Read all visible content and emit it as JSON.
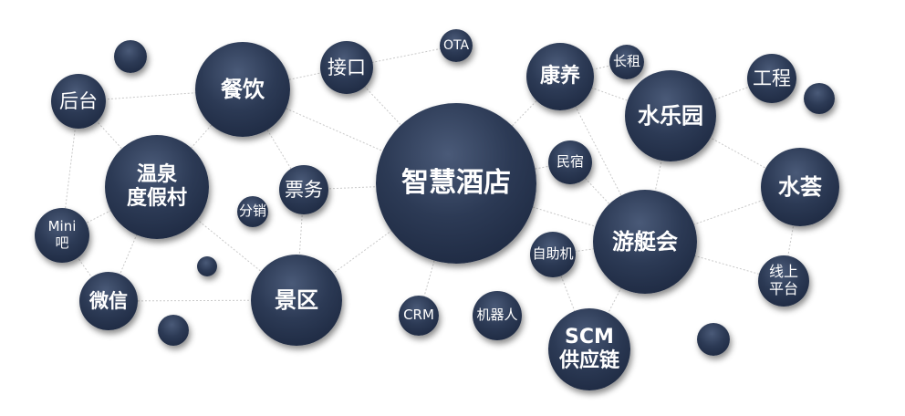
{
  "colors": {
    "node": "#25324c",
    "link": "#c9c9c9",
    "text": "#ffffff",
    "background": "#ffffff"
  },
  "nodes": [
    {
      "id": "hub",
      "label": "智慧酒店"
    },
    {
      "id": "canyin",
      "label": "餐饮"
    },
    {
      "id": "jiekou",
      "label": "接口"
    },
    {
      "id": "ota",
      "label": "OTA"
    },
    {
      "id": "houtai",
      "label": "后台"
    },
    {
      "id": "wenquan",
      "label": "温泉\n度假村"
    },
    {
      "id": "mini",
      "label": "Mini\n吧"
    },
    {
      "id": "piaowu",
      "label": "票务"
    },
    {
      "id": "fenxiao",
      "label": "分销"
    },
    {
      "id": "jingqu",
      "label": "景区"
    },
    {
      "id": "weixin",
      "label": "微信"
    },
    {
      "id": "crm",
      "label": "CRM"
    },
    {
      "id": "jiqiren",
      "label": "机器人"
    },
    {
      "id": "kangyang",
      "label": "康养"
    },
    {
      "id": "changzu",
      "label": "长租"
    },
    {
      "id": "minsu",
      "label": "民宿"
    },
    {
      "id": "shuileyuan",
      "label": "水乐园"
    },
    {
      "id": "gongcheng",
      "label": "工程"
    },
    {
      "id": "shuiyun",
      "label": "水荟"
    },
    {
      "id": "youtinghui",
      "label": "游艇会"
    },
    {
      "id": "zizhuji",
      "label": "自助机"
    },
    {
      "id": "xianshang",
      "label": "线上\n平台"
    },
    {
      "id": "scm",
      "label": "SCM\n供应链"
    },
    {
      "id": "d1",
      "label": ""
    },
    {
      "id": "d2",
      "label": ""
    },
    {
      "id": "d3",
      "label": ""
    },
    {
      "id": "d4",
      "label": ""
    },
    {
      "id": "d5",
      "label": ""
    }
  ],
  "links": [
    [
      "houtai",
      "canyin"
    ],
    [
      "canyin",
      "jiekou"
    ],
    [
      "jiekou",
      "ota"
    ],
    [
      "canyin",
      "hub"
    ],
    [
      "canyin",
      "piaowu"
    ],
    [
      "canyin",
      "wenquan"
    ],
    [
      "houtai",
      "wenquan"
    ],
    [
      "houtai",
      "mini"
    ],
    [
      "wenquan",
      "mini"
    ],
    [
      "wenquan",
      "jingqu"
    ],
    [
      "wenquan",
      "weixin"
    ],
    [
      "piaowu",
      "hub"
    ],
    [
      "piaowu",
      "jingqu"
    ],
    [
      "jingqu",
      "hub"
    ],
    [
      "jingqu",
      "weixin"
    ],
    [
      "jiekou",
      "hub"
    ],
    [
      "hub",
      "kangyang"
    ],
    [
      "hub",
      "minsu"
    ],
    [
      "hub",
      "youtinghui"
    ],
    [
      "hub",
      "crm"
    ],
    [
      "kangyang",
      "shuileyuan"
    ],
    [
      "kangyang",
      "changzu"
    ],
    [
      "shuileyuan",
      "gongcheng"
    ],
    [
      "shuileyuan",
      "shuiyun"
    ],
    [
      "shuileyuan",
      "youtinghui"
    ],
    [
      "youtinghui",
      "shuiyun"
    ],
    [
      "youtinghui",
      "xianshang"
    ],
    [
      "youtinghui",
      "scm"
    ],
    [
      "youtinghui",
      "zizhuji"
    ],
    [
      "scm",
      "zizhuji"
    ],
    [
      "minsu",
      "youtinghui"
    ],
    [
      "kangyang",
      "youtinghui"
    ],
    [
      "shuiyun",
      "xianshang"
    ],
    [
      "mini",
      "weixin"
    ]
  ]
}
